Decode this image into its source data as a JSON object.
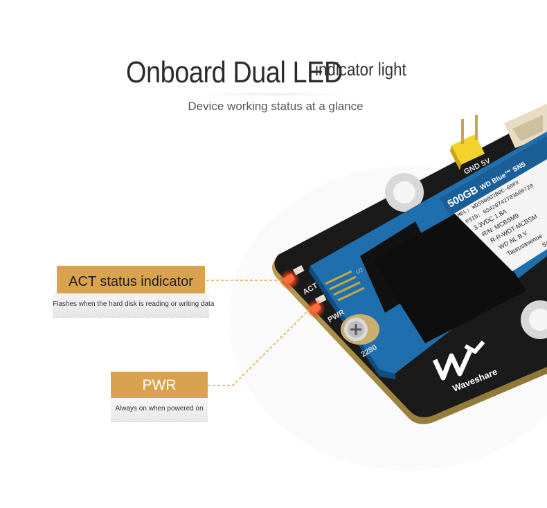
{
  "header": {
    "title_main": "Onboard Dual LED",
    "title_tail": "indicator light",
    "subtitle": "Device working status at a glance"
  },
  "callouts": {
    "act": {
      "label": "ACT status indicator",
      "description": "Flashes when the hard disk is reading or writing data"
    },
    "pwr": {
      "label": "PWR",
      "description": "Always on when powered on"
    }
  },
  "board": {
    "pin_header_label": "GND 5V",
    "led_label_act": "ACT",
    "led_label_pwr": "PWR",
    "size_marking": "2280",
    "brand": "Waveshare",
    "chip_label": "U2",
    "ssd": {
      "capacity": "500GB",
      "model": "WD Blue™ SN5",
      "line1": "MDL: WDS500G2B0C-00PX",
      "line2": "PSID: 03420742783500720",
      "line3": "3.3VDC 1.8A",
      "line4": "R/N: MCBSM9",
      "line5": "R-R-WDT-MCBSM",
      "line6": "WD NL B.V.",
      "line7": "Taurusavenue",
      "line8": "S/N:"
    }
  },
  "colors": {
    "accent": "#d9a24e",
    "pcb_black": "#1a1a1a",
    "ssd_blue": "#1f6fae",
    "led_red": "#ff3a1e"
  }
}
